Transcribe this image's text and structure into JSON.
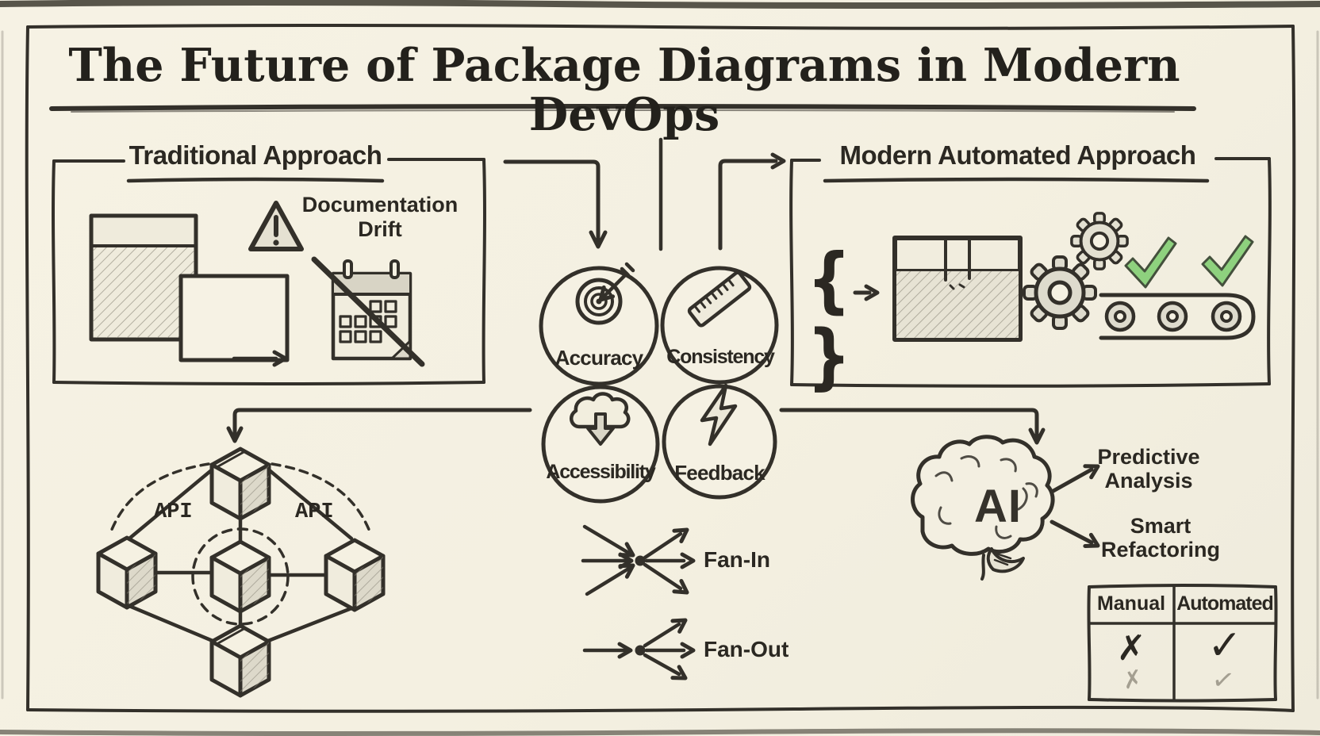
{
  "title": "The Future of Package Diagrams in Modern DevOps",
  "traditional": {
    "label": "Traditional Approach",
    "documentation_drift": "Documentation\nDrift"
  },
  "modern": {
    "label": "Modern Automated Approach",
    "code_braces": "{ }"
  },
  "principles": {
    "accuracy": "Accuracy",
    "consistency": "Consistency",
    "accessibility": "Accessibility",
    "feedback": "Feedback"
  },
  "package_diagram": {
    "api_left": "API",
    "api_right": "API"
  },
  "fan_diagrams": {
    "fan_in": "Fan-In",
    "fan_out": "Fan-Out"
  },
  "ai_section": {
    "brain_label": "AI",
    "predictive_analysis": "Predictive\nAnalysis",
    "smart_refactoring": "Smart\nRefactoring"
  },
  "comparison_table": {
    "columns": [
      "Manual",
      "Automated"
    ],
    "rows": [
      {
        "manual": "✗",
        "automated": "✓"
      },
      {
        "manual": "✗",
        "automated": "✓"
      }
    ]
  },
  "colors": {
    "background": "#f5f1e2",
    "ink": "#33302a",
    "pencil_gray": "#dedbcd",
    "check_green": "#8ed17e",
    "ghost": "#a49f91"
  }
}
